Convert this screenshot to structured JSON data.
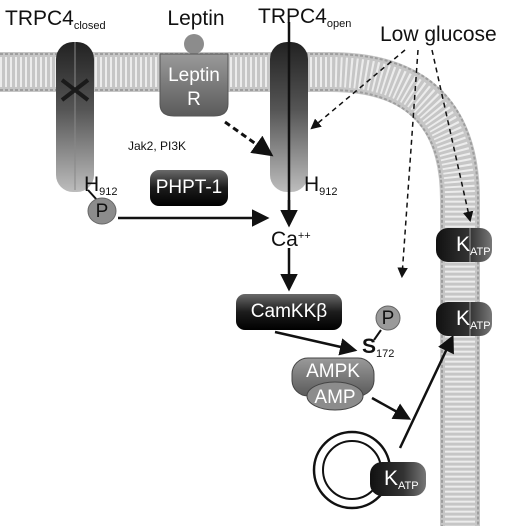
{
  "labels": {
    "trpc4_closed_main": "TRPC4",
    "trpc4_closed_sub": "closed",
    "leptin": "Leptin",
    "trpc4_open_main": "TRPC4",
    "trpc4_open_sub": "open",
    "low_glucose": "Low glucose",
    "leptin_r_line1": "Leptin",
    "leptin_r_line2": "R",
    "jak2_pi3k": "Jak2, PI3K",
    "h912_closed_main": "H",
    "h912_closed_sub": "912",
    "p_closed": "P",
    "phpt1": "PHPT-1",
    "h912_open_main": "H",
    "h912_open_sub": "912",
    "ca_main": "Ca",
    "ca_sup": "++",
    "camkkb": "CamKKβ",
    "p_ampk": "P",
    "s172_main": "S",
    "s172_sub": "172",
    "ampk": "AMPK",
    "amp": "AMP",
    "katp_main": "K",
    "katp_sub": "ATP"
  },
  "colors": {
    "membrane": "#c8c8c8",
    "membrane_line": "#e2e2e2",
    "channel_dark": "#2b2b2b",
    "protein_grey": "#7a7a7a",
    "box_black": "#0a0a0a",
    "arrow": "#111111"
  }
}
